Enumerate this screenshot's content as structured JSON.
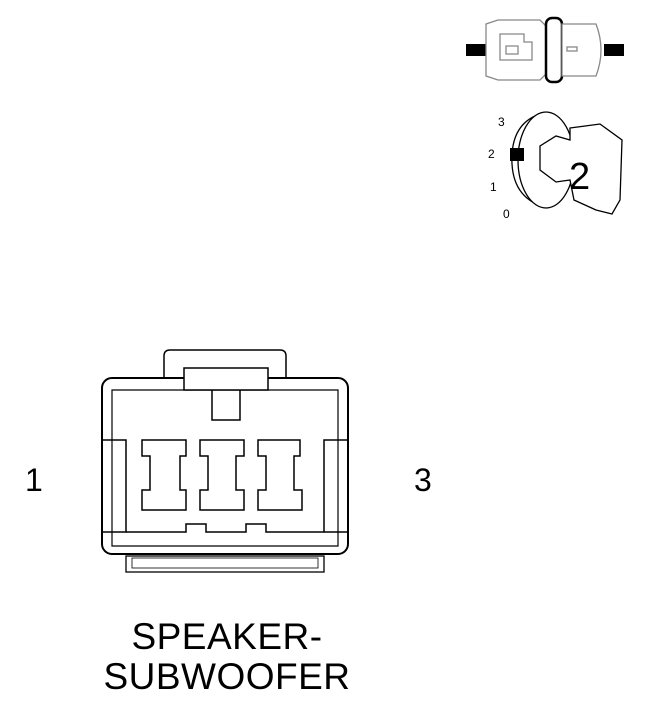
{
  "connector": {
    "title_line1": "SPEAKER-",
    "title_line2": "SUBWOOFER",
    "pin_left": "1",
    "pin_right": "3"
  },
  "key_indicator": {
    "positions": [
      "3",
      "2",
      "1",
      "0"
    ],
    "selected_position": "2",
    "key_number": "2"
  },
  "colors": {
    "line": "#000000",
    "fill": "#ffffff"
  },
  "icons": {
    "top_right": "connector-side-view-icon",
    "key": "key-position-icon",
    "main": "connector-face-view-icon"
  }
}
